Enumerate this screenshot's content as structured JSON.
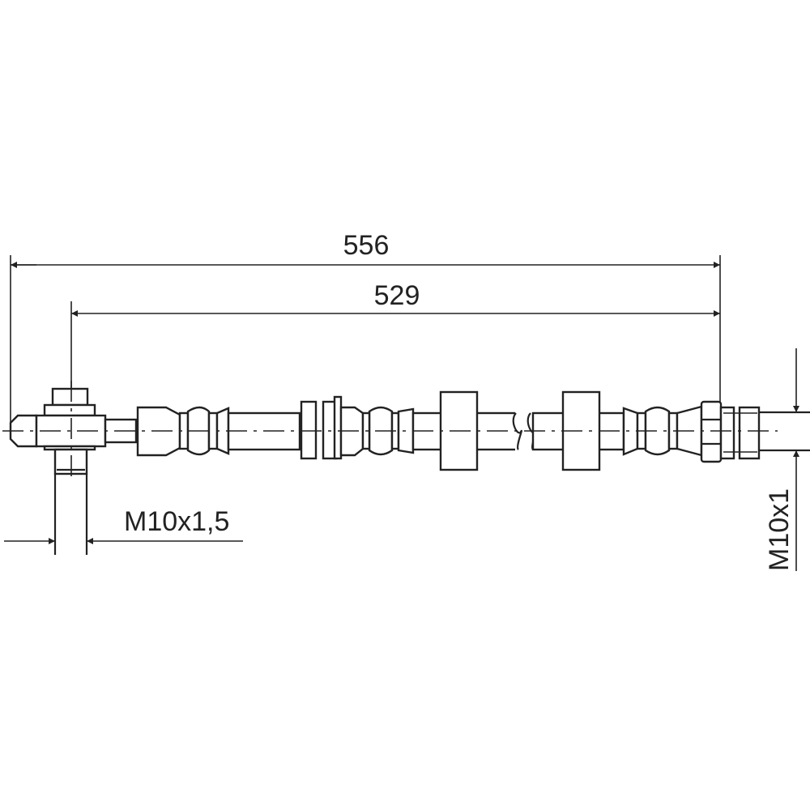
{
  "drawing": {
    "overall_length": "556",
    "fitting_length": "529",
    "left_thread": "M10x1,5",
    "right_thread": "M10x1"
  },
  "colors": {
    "line": "#222222",
    "background": "#ffffff"
  }
}
